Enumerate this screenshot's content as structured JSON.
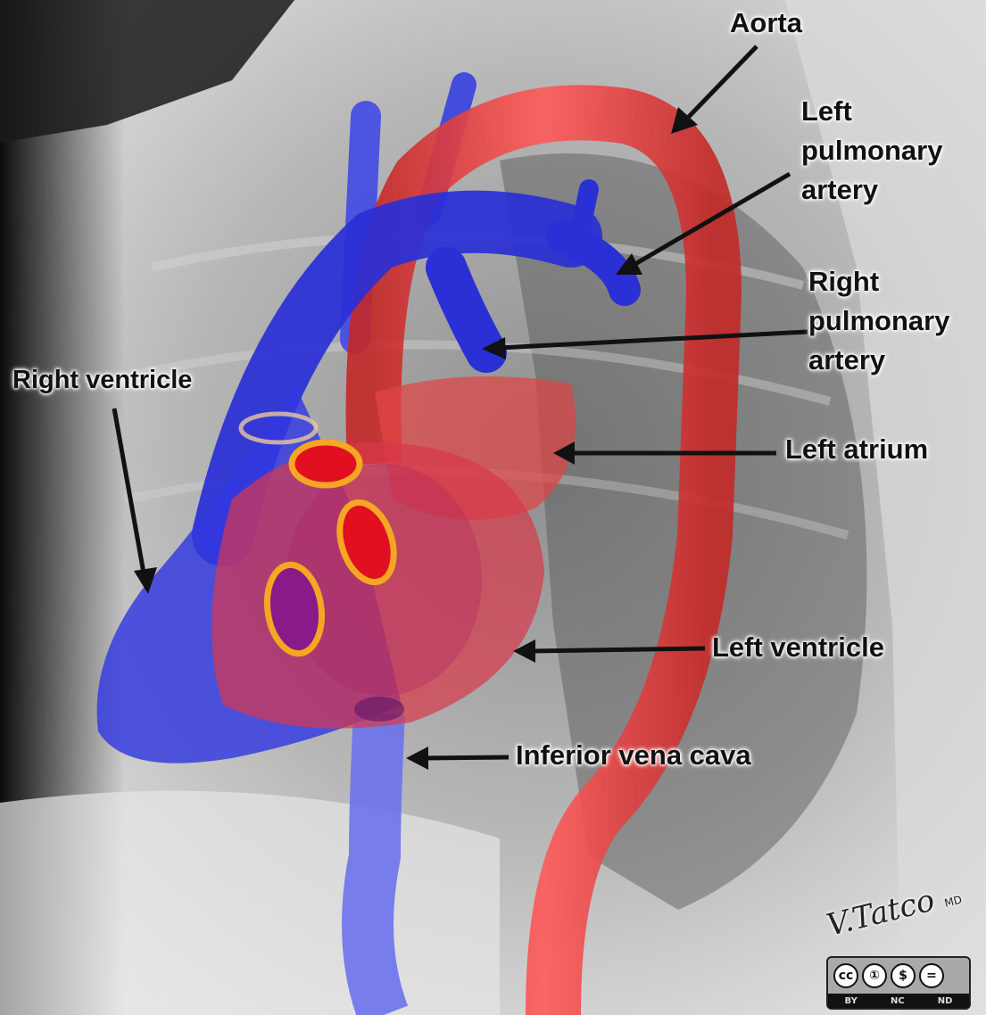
{
  "labels": {
    "aorta": "Aorta",
    "left_pulmonary_artery": [
      "Left",
      "pulmonary",
      "artery"
    ],
    "right_pulmonary_artery": [
      "Right",
      "pulmonary",
      "artery"
    ],
    "right_ventricle": "Right ventricle",
    "left_atrium": "Left atrium",
    "left_ventricle": "Left ventricle",
    "inferior_vena_cava": "Inferior vena cava"
  },
  "signature": {
    "name": "V.Tatco",
    "suffix": "MD"
  },
  "license": {
    "cc": "cc",
    "icons": [
      "①",
      "$",
      "="
    ],
    "terms": [
      "BY",
      "NC",
      "ND"
    ]
  },
  "colors": {
    "arterial": "#e23b3b",
    "venous": "#2a2fd6",
    "valve_ring": "#f5a623",
    "label_text": "#111111"
  }
}
